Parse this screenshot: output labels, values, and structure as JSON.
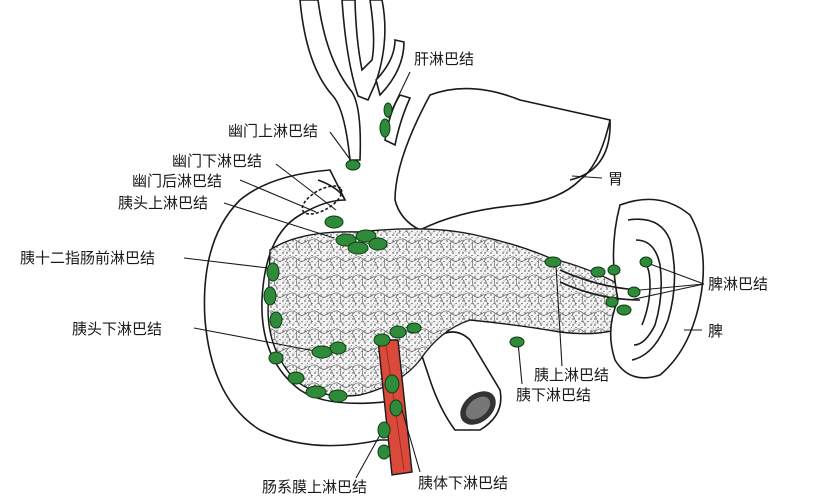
{
  "colors": {
    "lymph_node": "#2f8a3a",
    "artery": "#d94a3a",
    "stroke": "#1a1a1a",
    "background": "#ffffff"
  },
  "labels": {
    "hepatic": "肝淋巴结",
    "suprapyloric": "幽门上淋巴结",
    "subpyloric": "幽门下淋巴结",
    "retropyloric": "幽门后淋巴结",
    "superior_head": "胰头上淋巴结",
    "stomach": "胃",
    "prepancreaticoduodenal": "胰十二指肠前淋巴结",
    "splenic_nodes": "脾淋巴结",
    "spleen": "脾",
    "inferior_head": "胰头下淋巴结",
    "superior_pancreatic": "胰上淋巴结",
    "inferior_pancreatic": "胰下淋巴结",
    "superior_mesenteric": "肠系膜上淋巴结",
    "inferior_body": "胰体下淋巴结"
  }
}
